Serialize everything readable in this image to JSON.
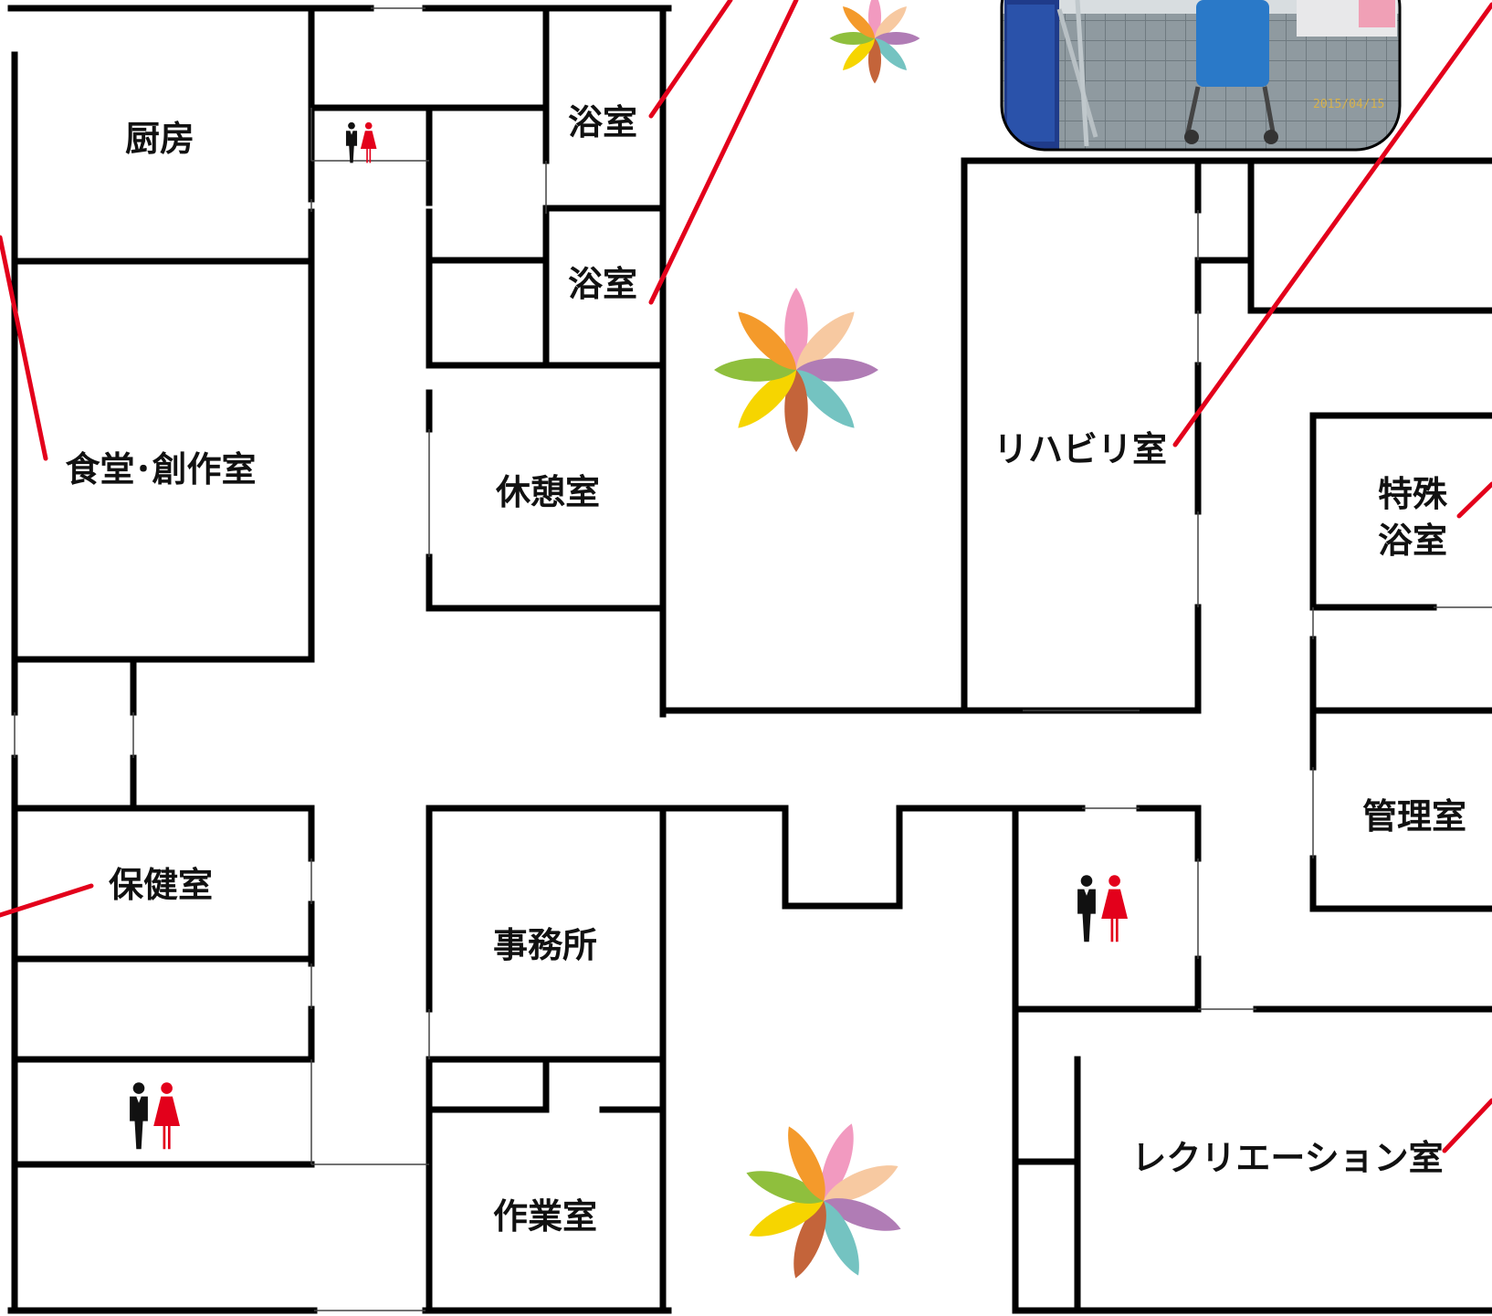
{
  "colors": {
    "wall": "#000000",
    "thin_wall": "#444444",
    "leader": "#e3001b",
    "male": "#111111",
    "female": "#e3001b",
    "label": "#111111",
    "petals": [
      "#f29ac0",
      "#f7c9a1",
      "#b07cb5",
      "#74c3c1",
      "#c4643a",
      "#f6d500",
      "#8fbf3d",
      "#f49a2b"
    ]
  },
  "rooms": {
    "kitchen": "厨房",
    "dining": "食堂･創作室",
    "bath_1": "浴室",
    "bath_2": "浴室",
    "lounge": "休憩室",
    "rehab": "リハビリ室",
    "special_bath_line1": "特殊",
    "special_bath_line2": "浴室",
    "management": "管理室",
    "health": "保健室",
    "office": "事務所",
    "workroom": "作業室",
    "recreation": "レクリエーション室"
  },
  "restroom_icons": [
    "male-female-restroom-icon",
    "male-female-restroom-icon",
    "male-female-restroom-icon"
  ],
  "decorations": [
    "flower-logo-icon",
    "flower-logo-icon",
    "flower-logo-icon"
  ],
  "photo": {
    "subject": "bathroom-photo-thumbnail",
    "date_stamp": "2015/04/15"
  }
}
